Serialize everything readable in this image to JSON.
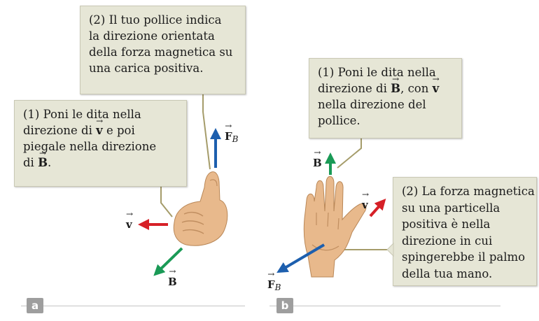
{
  "panel_a": {
    "tag": "a",
    "box_thumb": {
      "lines": [
        "(2) Il tuo pollice indica",
        "la direzione orientata",
        "della forza magnetica su",
        "una carica positiva."
      ]
    },
    "box_fingers": {
      "line1": "(1) Poni le dita nella",
      "line2_pre": "direzione di ",
      "line2_vec": "v",
      "line2_post": " e poi",
      "line3": "piegale nella direzione",
      "line4_pre": "di ",
      "line4_vec": "B",
      "line4_post": "."
    },
    "labels": {
      "force": "F",
      "force_sub": "B",
      "velocity": "v",
      "field": "B"
    }
  },
  "panel_b": {
    "tag": "b",
    "box_fingers": {
      "line1": "(1) Poni le dita nella",
      "line2_pre": "direzione di ",
      "line2_vec1": "B",
      "line2_mid": ", con ",
      "line2_vec2": "v",
      "line3": "nella direzione del",
      "line4": "pollice."
    },
    "box_palm": {
      "lines": [
        "(2) La forza magnetica",
        "su una particella",
        "positiva è nella",
        "direzione in cui",
        "spingerebbe il palmo",
        "della tua mano."
      ]
    },
    "labels": {
      "field": "B",
      "velocity": "v",
      "force": "F",
      "force_sub": "B"
    }
  },
  "colors": {
    "force_arrow": "#1d5fae",
    "velocity_arrow": "#d62027",
    "field_arrow": "#1a9a56",
    "skin": "#e8b98c",
    "box_fill": "#e6e6d6",
    "leader": "#a59c6a"
  }
}
